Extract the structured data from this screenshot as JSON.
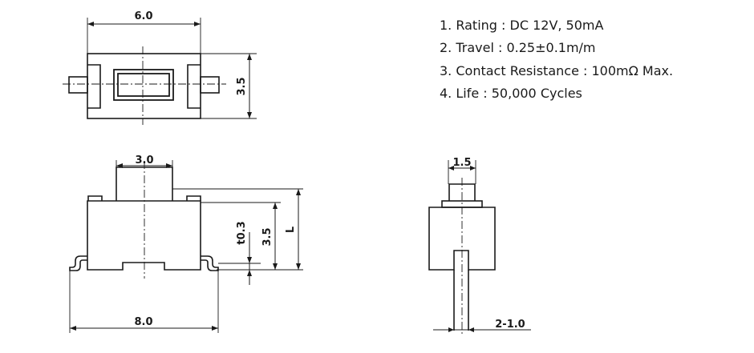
{
  "specs": [
    "1. Rating : DC 12V, 50mA",
    "2. Travel : 0.25±0.1m/m",
    "3. Contact Resistance : 100mΩ Max.",
    "4. Life : 50,000 Cycles"
  ],
  "dimensions": {
    "top_width": "6.0",
    "top_height": "3.5",
    "plunger_width": "3.0",
    "plunger_travel": "t0.3",
    "body_height": "3.5",
    "total_height": "L",
    "overall_length": "8.0",
    "side_plunger_width": "1.5",
    "terminal_width": "2-1.0"
  }
}
